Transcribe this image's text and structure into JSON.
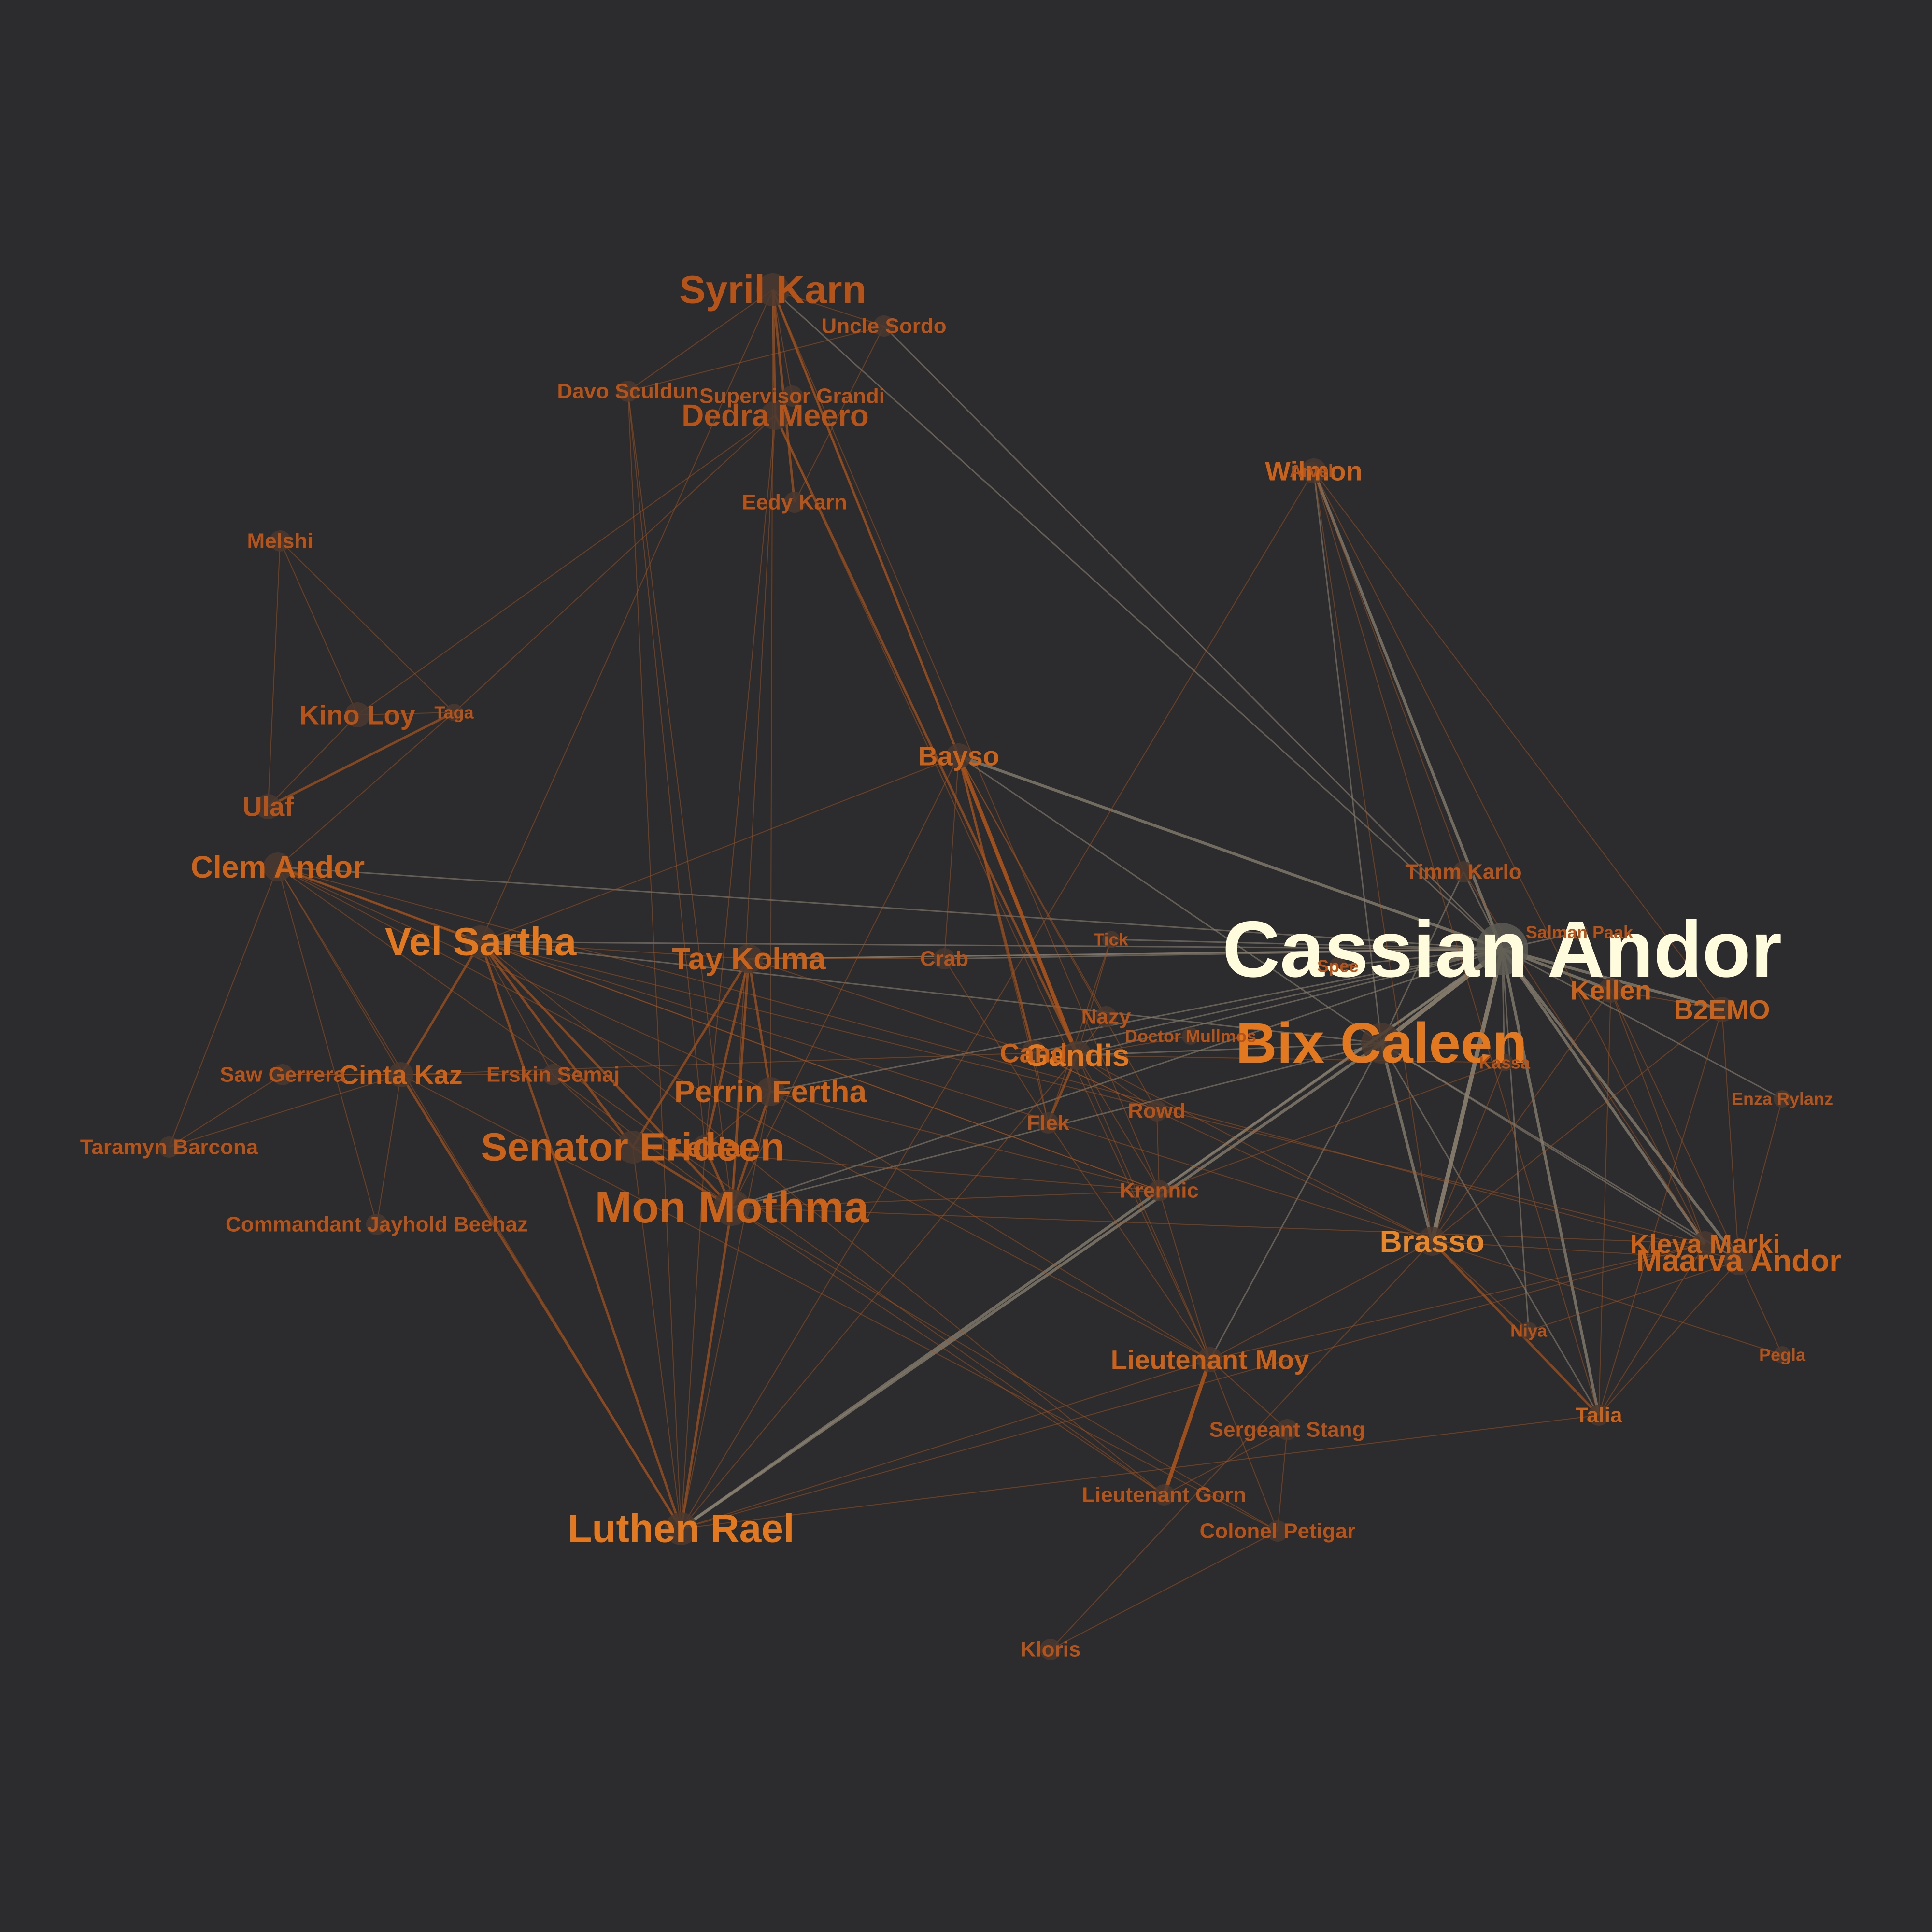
{
  "graph": {
    "background": "#2c2c2e",
    "edge_color_strong": "#8a8070",
    "edge_color": "#a8531c",
    "nodes": [
      {
        "id": "cassian",
        "label": "Cassian Andor",
        "color": "#fffbdc",
        "weight": 10
      },
      {
        "id": "bix",
        "label": "Bix Caleen",
        "color": "#e27820",
        "weight": 7
      },
      {
        "id": "mon",
        "label": "Mon Mothma",
        "color": "#c9621b",
        "weight": 6
      },
      {
        "id": "syril",
        "label": "Syril Karn",
        "color": "#b5541a",
        "weight": 5
      },
      {
        "id": "luthen",
        "label": "Luthen Rael",
        "color": "#e27820",
        "weight": 5
      },
      {
        "id": "vel",
        "label": "Vel Sartha",
        "color": "#e27820",
        "weight": 5
      },
      {
        "id": "senator",
        "label": "Senator Erideen",
        "color": "#c9621b",
        "weight": 5
      },
      {
        "id": "maarva",
        "label": "Maarva Andor",
        "color": "#c9621b",
        "weight": 4
      },
      {
        "id": "dedra",
        "label": "Dedra Meero",
        "color": "#b5541a",
        "weight": 4
      },
      {
        "id": "clem",
        "label": "Clem Andor",
        "color": "#c9621b",
        "weight": 4
      },
      {
        "id": "tay",
        "label": "Tay Kolma",
        "color": "#c9621b",
        "weight": 4
      },
      {
        "id": "perrin",
        "label": "Perrin Fertha",
        "color": "#c9621b",
        "weight": 4
      },
      {
        "id": "gandis",
        "label": "Gandis",
        "color": "#e27820",
        "weight": 4
      },
      {
        "id": "candis",
        "label": "Cand",
        "color": "#c9621b",
        "weight": 3
      },
      {
        "id": "brasso",
        "label": "Brasso",
        "color": "#e8862a",
        "weight": 4
      },
      {
        "id": "moy",
        "label": "Lieutenant Moy",
        "color": "#c9621b",
        "weight": 3
      },
      {
        "id": "cinta",
        "label": "Cinta Kaz",
        "color": "#c9621b",
        "weight": 3
      },
      {
        "id": "kleya",
        "label": "Kleya Marki",
        "color": "#c9621b",
        "weight": 3
      },
      {
        "id": "leida",
        "label": "Leida",
        "color": "#c9621b",
        "weight": 3
      },
      {
        "id": "wilmon",
        "label": "Wilmon",
        "color": "#c9621b",
        "weight": 3
      },
      {
        "id": "bayso",
        "label": "Bayso",
        "color": "#c9621b",
        "weight": 3
      },
      {
        "id": "b2emo",
        "label": "B2EMO",
        "color": "#c9621b",
        "weight": 3
      },
      {
        "id": "ulaf",
        "label": "Ulaf",
        "color": "#b5541a",
        "weight": 3
      },
      {
        "id": "kino",
        "label": "Kino Loy",
        "color": "#b5541a",
        "weight": 3
      },
      {
        "id": "kellen",
        "label": "Kellen",
        "color": "#c9621b",
        "weight": 3
      },
      {
        "id": "timm",
        "label": "Timm Karlo",
        "color": "#b5541a",
        "weight": 2
      },
      {
        "id": "sordo",
        "label": "Uncle Sordo",
        "color": "#b5541a",
        "weight": 2
      },
      {
        "id": "grandi",
        "label": "Supervisor Grandi",
        "color": "#b5541a",
        "weight": 2
      },
      {
        "id": "davo",
        "label": "Davo Sculdun",
        "color": "#b5541a",
        "weight": 2
      },
      {
        "id": "krennic",
        "label": "Krennic",
        "color": "#b5541a",
        "weight": 2
      },
      {
        "id": "talia",
        "label": "Talia",
        "color": "#c9621b",
        "weight": 2
      },
      {
        "id": "gorn",
        "label": "Lieutenant Gorn",
        "color": "#b5541a",
        "weight": 2
      },
      {
        "id": "petigar",
        "label": "Colonel Petigar",
        "color": "#b5541a",
        "weight": 2
      },
      {
        "id": "stang",
        "label": "Sergeant Stang",
        "color": "#b5541a",
        "weight": 2
      },
      {
        "id": "eedy",
        "label": "Eedy Karn",
        "color": "#b5541a",
        "weight": 2
      },
      {
        "id": "melshi",
        "label": "Melshi",
        "color": "#b5541a",
        "weight": 2
      },
      {
        "id": "taga",
        "label": "Taga",
        "color": "#b5541a",
        "weight": 1
      },
      {
        "id": "saw",
        "label": "Saw Gerrera",
        "color": "#b5541a",
        "weight": 2
      },
      {
        "id": "erskin",
        "label": "Erskin Semaj",
        "color": "#b5541a",
        "weight": 2
      },
      {
        "id": "taramyn",
        "label": "Taramyn Barcona",
        "color": "#b5541a",
        "weight": 2
      },
      {
        "id": "beehaz",
        "label": "Commandant Jayhold Beehaz",
        "color": "#b5541a",
        "weight": 2
      },
      {
        "id": "crab",
        "label": "Crab",
        "color": "#b5541a",
        "weight": 2
      },
      {
        "id": "tick",
        "label": "Tick",
        "color": "#b5541a",
        "weight": 1
      },
      {
        "id": "nazy",
        "label": "Nazy",
        "color": "#b5541a",
        "weight": 2
      },
      {
        "id": "mullmos",
        "label": "Doctor Mullmos",
        "color": "#b5541a",
        "weight": 1
      },
      {
        "id": "flek",
        "label": "Flek",
        "color": "#b5541a",
        "weight": 2
      },
      {
        "id": "rowd",
        "label": "Rowd",
        "color": "#b5541a",
        "weight": 2
      },
      {
        "id": "salman",
        "label": "Salman Paak",
        "color": "#b5541a",
        "weight": 1
      },
      {
        "id": "spee",
        "label": "Spee",
        "color": "#b5541a",
        "weight": 1
      },
      {
        "id": "kassa",
        "label": "Kassa",
        "color": "#b5541a",
        "weight": 1
      },
      {
        "id": "enza",
        "label": "Enza Rylanz",
        "color": "#b5541a",
        "weight": 1
      },
      {
        "id": "niya",
        "label": "Niya",
        "color": "#b5541a",
        "weight": 1
      },
      {
        "id": "pegla",
        "label": "Pegla",
        "color": "#b5541a",
        "weight": 1
      },
      {
        "id": "kloris",
        "label": "Kloris",
        "color": "#b5541a",
        "weight": 2
      },
      {
        "id": "arvel",
        "label": "Arvel",
        "color": "#b5541a",
        "weight": 1
      }
    ],
    "edges": [
      [
        "cassian",
        "bix",
        3
      ],
      [
        "cassian",
        "brasso",
        3
      ],
      [
        "cassian",
        "talia",
        2
      ],
      [
        "cassian",
        "wilmon",
        2
      ],
      [
        "cassian",
        "kellen",
        2
      ],
      [
        "cassian",
        "b2emo",
        2
      ],
      [
        "cassian",
        "maarva",
        2
      ],
      [
        "cassian",
        "kleya",
        2
      ],
      [
        "cassian",
        "luthen",
        2
      ],
      [
        "cassian",
        "clem",
        1
      ],
      [
        "cassian",
        "vel",
        1
      ],
      [
        "cassian",
        "tay",
        1
      ],
      [
        "cassian",
        "syril",
        1
      ],
      [
        "cassian",
        "bayso",
        2
      ],
      [
        "cassian",
        "timm",
        1
      ],
      [
        "cassian",
        "crab",
        1
      ],
      [
        "cassian",
        "tick",
        1
      ],
      [
        "cassian",
        "gandis",
        1
      ],
      [
        "cassian",
        "niya",
        1
      ],
      [
        "cassian",
        "salman",
        1
      ],
      [
        "cassian",
        "enza",
        1
      ],
      [
        "cassian",
        "mon",
        1
      ],
      [
        "cassian",
        "krennic",
        1
      ],
      [
        "cassian",
        "perrin",
        1
      ],
      [
        "cassian",
        "sordo",
        1
      ],
      [
        "bix",
        "brasso",
        2
      ],
      [
        "bix",
        "luthen",
        2
      ],
      [
        "bix",
        "maarva",
        1
      ],
      [
        "bix",
        "kleya",
        1
      ],
      [
        "bix",
        "gandis",
        1
      ],
      [
        "bix",
        "bayso",
        1
      ],
      [
        "bix",
        "wilmon",
        1
      ],
      [
        "bix",
        "mon",
        1
      ],
      [
        "bix",
        "timm",
        1
      ],
      [
        "bix",
        "talia",
        1
      ],
      [
        "bix",
        "vel",
        1
      ],
      [
        "bix",
        "moy",
        1
      ],
      [
        "syril",
        "dedra",
        2
      ],
      [
        "syril",
        "eedy",
        2
      ],
      [
        "syril",
        "sordo",
        1
      ],
      [
        "syril",
        "grandi",
        1
      ],
      [
        "syril",
        "davo",
        1
      ],
      [
        "syril",
        "bayso",
        2
      ],
      [
        "syril",
        "vel",
        1
      ],
      [
        "syril",
        "perrin",
        1
      ],
      [
        "syril",
        "krennic",
        1
      ],
      [
        "syril",
        "gandis",
        1
      ],
      [
        "dedra",
        "gandis",
        2
      ],
      [
        "dedra",
        "taga",
        1
      ],
      [
        "dedra",
        "kino",
        1
      ],
      [
        "dedra",
        "mon",
        1
      ],
      [
        "dedra",
        "moy",
        1
      ],
      [
        "dedra",
        "leida",
        1
      ],
      [
        "sordo",
        "davo",
        1
      ],
      [
        "sordo",
        "eedy",
        1
      ],
      [
        "davo",
        "mon",
        1
      ],
      [
        "davo",
        "leida",
        1
      ],
      [
        "davo",
        "luthen",
        1
      ],
      [
        "melshi",
        "kino",
        1
      ],
      [
        "melshi",
        "ulaf",
        1
      ],
      [
        "melshi",
        "taga",
        1
      ],
      [
        "kino",
        "taga",
        1
      ],
      [
        "ulaf",
        "taga",
        2
      ],
      [
        "ulaf",
        "kino",
        1
      ],
      [
        "clem",
        "cinta",
        1
      ],
      [
        "clem",
        "vel",
        2
      ],
      [
        "clem",
        "taramyn",
        1
      ],
      [
        "clem",
        "beehaz",
        1
      ],
      [
        "clem",
        "perrin",
        1
      ],
      [
        "clem",
        "krennic",
        1
      ],
      [
        "clem",
        "maarva",
        1
      ],
      [
        "clem",
        "taga",
        1
      ],
      [
        "clem",
        "luthen",
        1
      ],
      [
        "clem",
        "moy",
        1
      ],
      [
        "clem",
        "gorn",
        1
      ],
      [
        "vel",
        "cinta",
        2
      ],
      [
        "vel",
        "mon",
        2
      ],
      [
        "vel",
        "luthen",
        2
      ],
      [
        "vel",
        "tay",
        1
      ],
      [
        "vel",
        "senator",
        2
      ],
      [
        "vel",
        "krennic",
        1
      ],
      [
        "vel",
        "bayso",
        1
      ],
      [
        "vel",
        "gorn",
        1
      ],
      [
        "vel",
        "brasso",
        1
      ],
      [
        "vel",
        "erskin",
        1
      ],
      [
        "vel",
        "kleya",
        1
      ],
      [
        "cinta",
        "luthen",
        2
      ],
      [
        "cinta",
        "taramyn",
        1
      ],
      [
        "cinta",
        "saw",
        1
      ],
      [
        "cinta",
        "beehaz",
        1
      ],
      [
        "cinta",
        "candis",
        1
      ],
      [
        "cinta",
        "petigar",
        1
      ],
      [
        "tay",
        "mon",
        2
      ],
      [
        "tay",
        "perrin",
        2
      ],
      [
        "tay",
        "senator",
        2
      ],
      [
        "tay",
        "leida",
        2
      ],
      [
        "tay",
        "candis",
        1
      ],
      [
        "tay",
        "cassian",
        1
      ],
      [
        "mon",
        "perrin",
        2
      ],
      [
        "mon",
        "leida",
        2
      ],
      [
        "mon",
        "senator",
        2
      ],
      [
        "mon",
        "luthen",
        2
      ],
      [
        "mon",
        "erskin",
        1
      ],
      [
        "mon",
        "krennic",
        1
      ],
      [
        "mon",
        "kleya",
        1
      ],
      [
        "mon",
        "bayso",
        1
      ],
      [
        "mon",
        "gorn",
        1
      ],
      [
        "mon",
        "petigar",
        1
      ],
      [
        "luthen",
        "kleya",
        1
      ],
      [
        "luthen",
        "leida",
        1
      ],
      [
        "luthen",
        "perrin",
        1
      ],
      [
        "luthen",
        "moy",
        1
      ],
      [
        "luthen",
        "senator",
        1
      ],
      [
        "luthen",
        "talia",
        1
      ],
      [
        "senator",
        "krennic",
        1
      ],
      [
        "senator",
        "erskin",
        1
      ],
      [
        "perrin",
        "moy",
        1
      ],
      [
        "perrin",
        "krennic",
        1
      ],
      [
        "perrin",
        "leida",
        1
      ],
      [
        "bayso",
        "gandis",
        3
      ],
      [
        "bayso",
        "candis",
        2
      ],
      [
        "bayso",
        "crab",
        1
      ],
      [
        "bayso",
        "flek",
        1
      ],
      [
        "bayso",
        "rowd",
        1
      ],
      [
        "bayso",
        "nazy",
        1
      ],
      [
        "gandis",
        "flek",
        2
      ],
      [
        "gandis",
        "rowd",
        1
      ],
      [
        "gandis",
        "nazy",
        1
      ],
      [
        "gandis",
        "tick",
        1
      ],
      [
        "gandis",
        "mullmos",
        1
      ],
      [
        "gandis",
        "krennic",
        1
      ],
      [
        "gandis",
        "moy",
        1
      ],
      [
        "gandis",
        "luthen",
        1
      ],
      [
        "gandis",
        "brasso",
        1
      ],
      [
        "gandis",
        "kassa",
        1
      ],
      [
        "candis",
        "cassian",
        1
      ],
      [
        "candis",
        "brasso",
        1
      ],
      [
        "candis",
        "flek",
        1
      ],
      [
        "candis",
        "rowd",
        1
      ],
      [
        "tick",
        "flek",
        1
      ],
      [
        "crab",
        "flek",
        1
      ],
      [
        "crab",
        "tay",
        1
      ],
      [
        "wilmon",
        "arvel",
        1
      ],
      [
        "wilmon",
        "brasso",
        1
      ],
      [
        "wilmon",
        "luthen",
        1
      ],
      [
        "wilmon",
        "b2emo",
        1
      ],
      [
        "wilmon",
        "talia",
        1
      ],
      [
        "wilmon",
        "kleya",
        1
      ],
      [
        "wilmon",
        "timm",
        1
      ],
      [
        "brasso",
        "talia",
        2
      ],
      [
        "brasso",
        "maarva",
        1
      ],
      [
        "brasso",
        "b2emo",
        1
      ],
      [
        "brasso",
        "kassa",
        1
      ],
      [
        "brasso",
        "niya",
        1
      ],
      [
        "brasso",
        "kellen",
        1
      ],
      [
        "brasso",
        "pegla",
        1
      ],
      [
        "brasso",
        "moy",
        1
      ],
      [
        "brasso",
        "kloris",
        1
      ],
      [
        "maarva",
        "b2emo",
        1
      ],
      [
        "maarva",
        "pegla",
        1
      ],
      [
        "maarva",
        "enza",
        1
      ],
      [
        "maarva",
        "kellen",
        1
      ],
      [
        "maarva",
        "talia",
        1
      ],
      [
        "maarva",
        "niya",
        1
      ],
      [
        "kellen",
        "talia",
        1
      ],
      [
        "kellen",
        "b2emo",
        1
      ],
      [
        "kellen",
        "kleya",
        1
      ],
      [
        "b2emo",
        "talia",
        1
      ],
      [
        "kleya",
        "talia",
        1
      ],
      [
        "moy",
        "gorn",
        3
      ],
      [
        "moy",
        "petigar",
        1
      ],
      [
        "moy",
        "stang",
        1
      ],
      [
        "moy",
        "krennic",
        1
      ],
      [
        "moy",
        "kleya",
        1
      ],
      [
        "moy",
        "flek",
        1
      ],
      [
        "gorn",
        "stang",
        1
      ],
      [
        "petigar",
        "kloris",
        1
      ],
      [
        "stang",
        "petigar",
        1
      ],
      [
        "krennic",
        "rowd",
        1
      ],
      [
        "krennic",
        "kassa",
        1
      ],
      [
        "timm",
        "kleya",
        1
      ],
      [
        "spee",
        "cassian",
        1
      ],
      [
        "kassa",
        "cassian",
        1
      ],
      [
        "taramyn",
        "saw",
        1
      ],
      [
        "saw",
        "erskin",
        1
      ]
    ]
  }
}
